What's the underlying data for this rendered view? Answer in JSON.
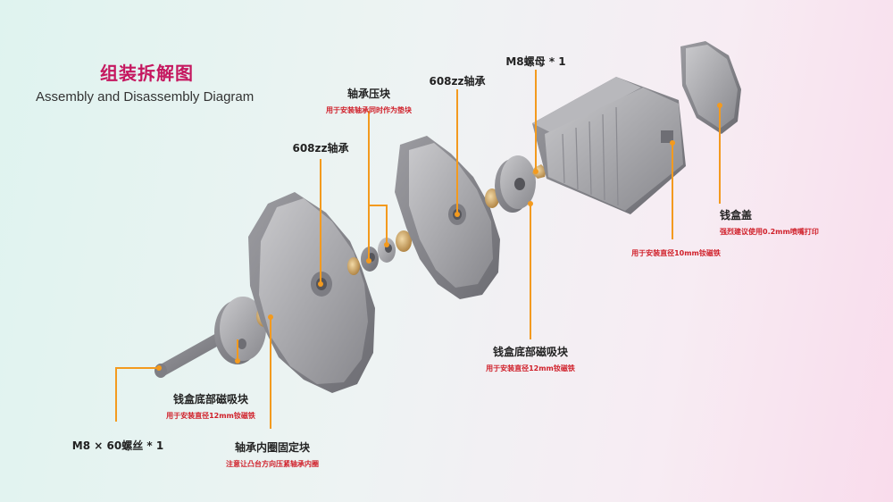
{
  "title": "组装拆解图",
  "subtitle": "Assembly and Disassembly Diagram",
  "labels": {
    "bearing_left": {
      "main": "608zz轴承"
    },
    "bearing_press": {
      "main": "轴承压块",
      "sub": "用于安装轴承同时作为垫块"
    },
    "bearing_right": {
      "main": "608zz轴承"
    },
    "nut": {
      "main": "M8螺母 * 1"
    },
    "lid": {
      "main": "钱盒盖",
      "sub": "强烈建议使用0.2mm喷嘴打印"
    },
    "lid_magnet": {
      "sub": "用于安装直径10mm钕磁铁"
    },
    "base_magnet_right": {
      "main": "钱盒底部磁吸块",
      "sub": "用于安装直径12mm钕磁铁"
    },
    "base_magnet_left": {
      "main": "钱盒底部磁吸块",
      "sub": "用于安装直径12mm钕磁铁"
    },
    "screw": {
      "main": "M8 × 60螺丝 * 1"
    },
    "inner_ring": {
      "main": "轴承内圈固定块",
      "sub": "注意让凸台方向压紧轴承内圈"
    }
  },
  "colors": {
    "accent": "#c5175f",
    "leader": "#f39a1e",
    "note": "#d0202a",
    "part": "#a9a9ad",
    "brass": "#c9a062"
  }
}
